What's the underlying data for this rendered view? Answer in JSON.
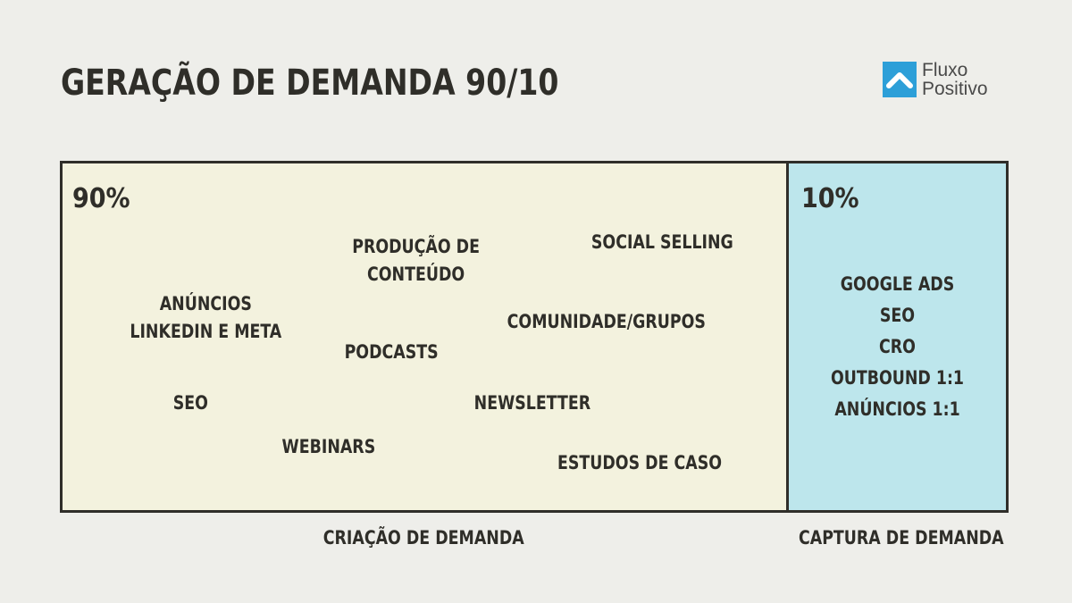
{
  "header": {
    "title": "GERAÇÃO DE DEMANDA 90/10",
    "logo": {
      "icon": "chevron-up-icon",
      "line1": "Fluxo",
      "line2": "Positivo",
      "color": "#2d9fd8"
    }
  },
  "left_panel": {
    "percent": "90%",
    "background": "#f3f2de",
    "items": [
      {
        "label": "PRODUÇÃO DE\nCONTEÚDO"
      },
      {
        "label": "SOCIAL SELLING"
      },
      {
        "label": "ANÚNCIOS\nLINKEDIN E META"
      },
      {
        "label": "COMUNIDADE/GRUPOS"
      },
      {
        "label": "PODCASTS"
      },
      {
        "label": "SEO"
      },
      {
        "label": "NEWSLETTER"
      },
      {
        "label": "WEBINARS"
      },
      {
        "label": "ESTUDOS DE CASO"
      }
    ],
    "caption": "CRIAÇÃO DE DEMANDA"
  },
  "right_panel": {
    "percent": "10%",
    "background": "#bde6ec",
    "items": [
      "GOOGLE ADS",
      "SEO",
      "CRO",
      "OUTBOUND 1:1",
      "ANÚNCIOS 1:1"
    ],
    "caption": "CAPTURA DE DEMANDA"
  }
}
